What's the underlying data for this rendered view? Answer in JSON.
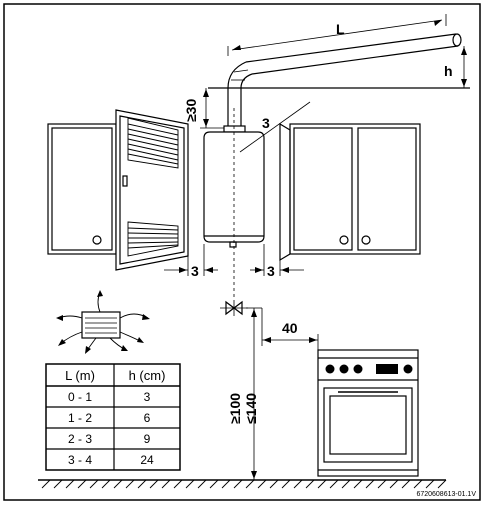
{
  "labels": {
    "pipe_length": "L",
    "pipe_rise": "h",
    "min_above": "≥30",
    "gap_label": "3",
    "gap_left": "3",
    "gap_right": "3",
    "clear_stove": "40",
    "height_min": "≥100",
    "height_max": "≤140",
    "figure_id": "6720608613-01.1V"
  },
  "table": {
    "headers": [
      "L (m)",
      "h (cm)"
    ],
    "rows": [
      [
        "0 - 1",
        "3"
      ],
      [
        "1 - 2",
        "6"
      ],
      [
        "2 - 3",
        "9"
      ],
      [
        "3 - 4",
        "24"
      ]
    ]
  },
  "colors": {
    "line": "#000000",
    "background": "#ffffff"
  }
}
